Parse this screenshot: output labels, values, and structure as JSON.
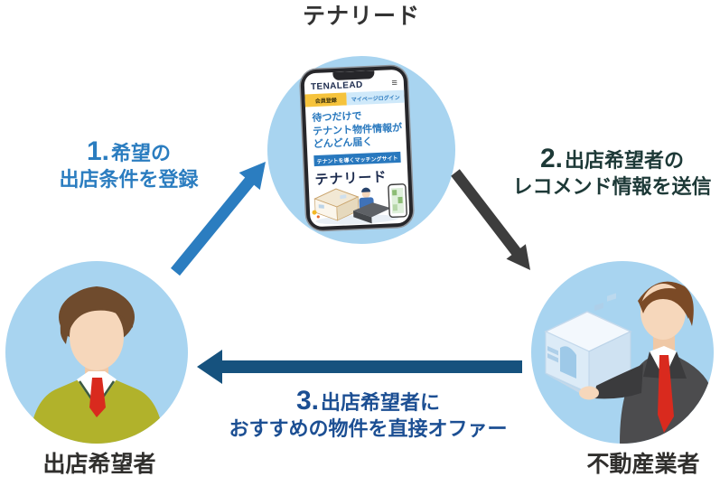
{
  "title": "テナリード",
  "phone": {
    "logo": "TENALEAD",
    "menu_icon": "≡",
    "tab_register": "会員登録",
    "tab_login": "マイページログイン",
    "headline_line1": "待つだけで",
    "headline_line2": "テナント物件情報が",
    "headline_line3": "どんどん届く",
    "badge": "テナントを導くマッチングサイト",
    "brand": "テナリード"
  },
  "steps": [
    {
      "number": "1.",
      "line1": "希望の",
      "line2": "出店条件を登録"
    },
    {
      "number": "2.",
      "line1": "出店希望者の",
      "line2": "レコメンド情報を送信"
    },
    {
      "number": "3.",
      "line1": "出店希望者に",
      "line2": "おすすめの物件を直接オファー"
    }
  ],
  "actors": {
    "left_label": "出店希望者",
    "right_label": "不動産業者"
  },
  "colors": {
    "circle_blue": "#a8d4f0",
    "step1_blue": "#2b7dc0",
    "step2_dark": "#1d3937",
    "step3_navy": "#1c4f93",
    "arrow1": "#2b7dc0",
    "arrow2": "#3d3d3d",
    "arrow3": "#16527e",
    "label_dark": "#302f2d",
    "tab_yellow": "#f6c33c",
    "badge_blue": "#2878be"
  }
}
